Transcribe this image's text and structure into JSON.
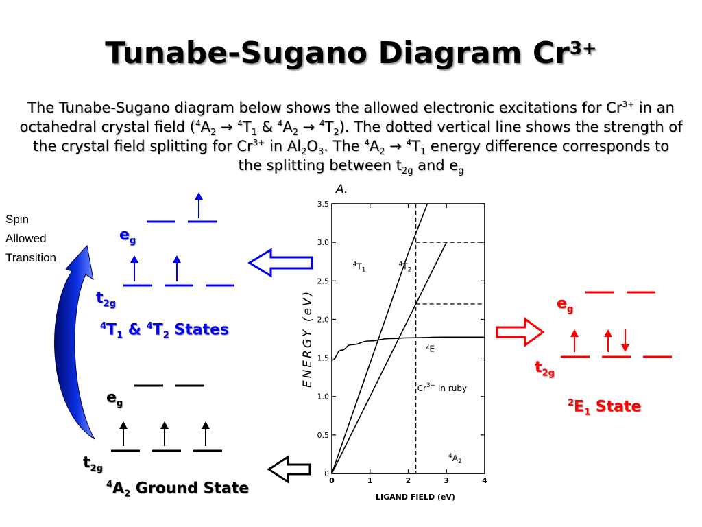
{
  "slide": {
    "title": "Tunabe-Sugano Diagram Cr",
    "title_sup": "3+",
    "intro": [
      {
        "t": "The Tunabe-Sugano diagram below shows the allowed electronic excitations for Cr"
      },
      {
        "sup": "3+"
      },
      {
        "t": " in an octahedral crystal field ("
      },
      {
        "sup": "4"
      },
      {
        "t": "A"
      },
      {
        "sub": "2"
      },
      {
        "t": " → "
      },
      {
        "sup": "4"
      },
      {
        "t": "T"
      },
      {
        "sub": "1"
      },
      {
        "t": " & "
      },
      {
        "sup": "4"
      },
      {
        "t": "A"
      },
      {
        "sub": "2"
      },
      {
        "t": " → "
      },
      {
        "sup": "4"
      },
      {
        "t": "T"
      },
      {
        "sub": "2"
      },
      {
        "t": ").  The dotted vertical line shows the strength of the crystal field splitting for Cr"
      },
      {
        "sup": "3+"
      },
      {
        "t": " in Al"
      },
      {
        "sub": "2"
      },
      {
        "t": "O"
      },
      {
        "sub": "3"
      },
      {
        "t": ".  The "
      },
      {
        "sup": "4"
      },
      {
        "t": "A"
      },
      {
        "sub": "2"
      },
      {
        "t": " → "
      },
      {
        "sup": "4"
      },
      {
        "t": "T"
      },
      {
        "sub": "1"
      },
      {
        "t": " energy difference corresponds to the splitting between t"
      },
      {
        "sub": "2g"
      },
      {
        "t": " and e"
      },
      {
        "sub": "g"
      }
    ],
    "side_note": [
      "Spin",
      "Allowed",
      "Transition"
    ]
  },
  "excited_quartet": {
    "eg": {
      "main": "e",
      "sub": "g"
    },
    "t2g": {
      "main": "t",
      "sub": "2g"
    },
    "state": [
      {
        "sup": "4"
      },
      {
        "t": "T"
      },
      {
        "sub": "1"
      },
      {
        "t": " & "
      },
      {
        "sup": "4"
      },
      {
        "t": "T"
      },
      {
        "sub": "2"
      },
      {
        "t": " States"
      }
    ]
  },
  "ground": {
    "eg": {
      "main": "e",
      "sub": "g"
    },
    "t2g": {
      "main": "t",
      "sub": "2g"
    },
    "state": [
      {
        "sup": "4"
      },
      {
        "t": "A"
      },
      {
        "sub": "2"
      },
      {
        "t": " Ground State"
      }
    ]
  },
  "doublet": {
    "eg": {
      "main": "e",
      "sub": "g"
    },
    "t2g": {
      "main": "t",
      "sub": "2g"
    },
    "state": [
      {
        "sup": "2"
      },
      {
        "t": "E"
      },
      {
        "sub": "1"
      },
      {
        "t": " State"
      }
    ]
  },
  "colors": {
    "blue": "#0000ee",
    "red": "#ff0000",
    "navy": "#000080"
  },
  "chart_data": {
    "type": "line",
    "panel_label": "A.",
    "xlabel": "LIGAND FIELD  (eV)",
    "ylabel": "ENERGY  (eV)",
    "xlim": [
      0,
      4
    ],
    "ylim": [
      0,
      3.5
    ],
    "x_ticks": [
      "0",
      "1",
      "2",
      "3",
      "4"
    ],
    "y_ticks": [
      "0",
      "0.5",
      "1.0",
      "1.5",
      "2.0",
      "2.5",
      "3.0",
      "3.5"
    ],
    "series": [
      {
        "name": "4T1",
        "x": [
          0,
          1,
          2,
          2.5
        ],
        "y": [
          0,
          1.43,
          2.86,
          3.5
        ]
      },
      {
        "name": "4T2",
        "x": [
          0,
          1,
          2,
          3
        ],
        "y": [
          0,
          1.0,
          2.0,
          3.0
        ]
      },
      {
        "name": "2E",
        "x": [
          0,
          0.25,
          0.5,
          1,
          1.5,
          2,
          3,
          4
        ],
        "y": [
          1.47,
          1.6,
          1.67,
          1.72,
          1.75,
          1.76,
          1.77,
          1.77
        ]
      },
      {
        "name": "4A2",
        "x": [
          0,
          4
        ],
        "y": [
          0,
          0
        ]
      }
    ],
    "curve_labels": [
      {
        "sup": "4",
        "main": "T",
        "sub": "1"
      },
      {
        "sup": "4",
        "main": "T",
        "sub": "2"
      },
      {
        "sup": "2",
        "main": "E",
        "sub": ""
      },
      {
        "sup": "4",
        "main": "A",
        "sub": "2"
      }
    ],
    "annotation": {
      "main": "Cr",
      "sup": "3+",
      "rest": " in  ruby"
    },
    "ruby_field": 2.2,
    "reference_levels": [
      3.0,
      2.2
    ]
  }
}
